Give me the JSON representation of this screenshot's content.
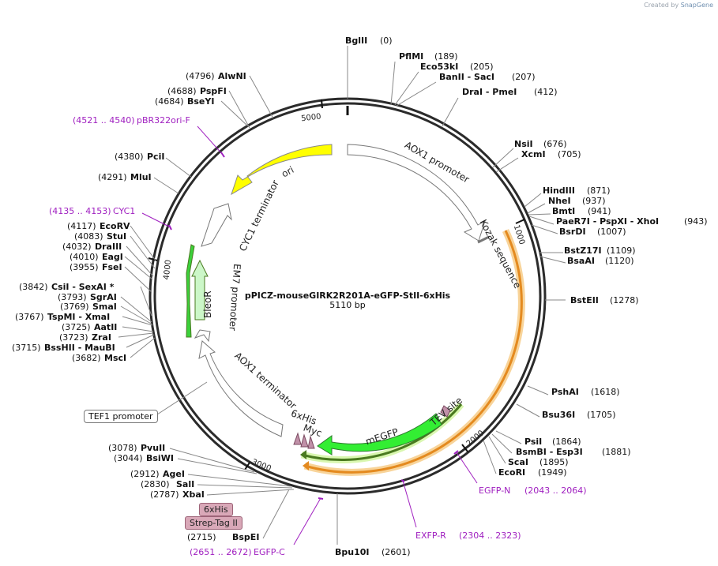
{
  "credit": {
    "prefix": "Created by",
    "brand": "SnapGene"
  },
  "plasmid": {
    "name": "pPICZ-mouseGIRK2R201A-eGFP-StII-6xHis",
    "length_label": "5110 bp"
  },
  "ticks": {
    "t1000": "1000",
    "t2000": "2000",
    "t3000": "3000",
    "t4000": "4000",
    "t5000": "5000"
  },
  "enzymes": [
    {
      "id": "bglii",
      "pos": "(0)",
      "name": "BglII"
    },
    {
      "id": "pflmi",
      "pos": "(189)",
      "name": "PflMI"
    },
    {
      "id": "eco53ki",
      "pos": "(205)",
      "name": "Eco53kI"
    },
    {
      "id": "banii",
      "pos": "(207)",
      "name": "BanII  - SacI"
    },
    {
      "id": "drai",
      "pos": "(412)",
      "name": "DraI  - PmeI"
    },
    {
      "id": "nsii",
      "pos": "(676)",
      "name": "NsiI"
    },
    {
      "id": "xcmi",
      "pos": "(705)",
      "name": "XcmI"
    },
    {
      "id": "hindiii",
      "pos": "(871)",
      "name": "HindIII"
    },
    {
      "id": "nhei",
      "pos": "(937)",
      "name": "NheI"
    },
    {
      "id": "bmti",
      "pos": "(941)",
      "name": "BmtI"
    },
    {
      "id": "paer7i",
      "pos": "(943)",
      "name": "PaeR7I  - PspXI  - XhoI"
    },
    {
      "id": "bsrdi",
      "pos": "(1007)",
      "name": "BsrDI"
    },
    {
      "id": "bstz17i",
      "pos": "(1109)",
      "name": "BstZ17I"
    },
    {
      "id": "bsaai",
      "pos": "(1120)",
      "name": "BsaAI"
    },
    {
      "id": "bsteii",
      "pos": "(1278)",
      "name": "BstEII"
    },
    {
      "id": "pshai",
      "pos": "(1618)",
      "name": "PshAI"
    },
    {
      "id": "bsu36i",
      "pos": "(1705)",
      "name": "Bsu36I"
    },
    {
      "id": "psii",
      "pos": "(1864)",
      "name": "PsiI"
    },
    {
      "id": "bsmbi",
      "pos": "(1881)",
      "name": "BsmBI  - Esp3I"
    },
    {
      "id": "scai",
      "pos": "(1895)",
      "name": "ScaI"
    },
    {
      "id": "ecori",
      "pos": "(1949)",
      "name": "EcoRI"
    },
    {
      "id": "bpu10i",
      "pos": "(2601)",
      "name": "Bpu10I"
    },
    {
      "id": "bspei",
      "pos": "(2715)",
      "name": "BspEI"
    },
    {
      "id": "xbai",
      "pos": "(2787)",
      "name": "XbaI"
    },
    {
      "id": "sali",
      "pos": "(2830)",
      "name": "SalI"
    },
    {
      "id": "agei",
      "pos": "(2912)",
      "name": "AgeI"
    },
    {
      "id": "bsiwi",
      "pos": "(3044)",
      "name": "BsiWI"
    },
    {
      "id": "pvuii",
      "pos": "(3078)",
      "name": "PvuII"
    },
    {
      "id": "msci",
      "pos": "(3682)",
      "name": "MscI"
    },
    {
      "id": "bsshii",
      "pos": "(3715)",
      "name": "BssHII  - MauBI"
    },
    {
      "id": "zrai",
      "pos": "(3723)",
      "name": "ZraI"
    },
    {
      "id": "aatii",
      "pos": "(3725)",
      "name": "AatII"
    },
    {
      "id": "tspmi",
      "pos": "(3767)",
      "name": "TspMI  - XmaI"
    },
    {
      "id": "smai",
      "pos": "(3769)",
      "name": "SmaI"
    },
    {
      "id": "sgrai",
      "pos": "(3793)",
      "name": "SgrAI"
    },
    {
      "id": "csii",
      "pos": "(3842)",
      "name": "CsiI  - SexAI *"
    },
    {
      "id": "fsei",
      "pos": "(3955)",
      "name": "FseI"
    },
    {
      "id": "eagi",
      "pos": "(4010)",
      "name": "EagI"
    },
    {
      "id": "draiii",
      "pos": "(4032)",
      "name": "DraIII"
    },
    {
      "id": "stui",
      "pos": "(4083)",
      "name": "StuI"
    },
    {
      "id": "ecorv",
      "pos": "(4117)",
      "name": "EcoRV"
    },
    {
      "id": "mlui",
      "pos": "(4291)",
      "name": "MluI"
    },
    {
      "id": "pcii",
      "pos": "(4380)",
      "name": "PciI"
    },
    {
      "id": "bseyi",
      "pos": "(4684)",
      "name": "BseYI"
    },
    {
      "id": "pspfi",
      "pos": "(4688)",
      "name": "PspFI"
    },
    {
      "id": "alwni",
      "pos": "(4796)",
      "name": "AlwNI"
    }
  ],
  "primers": [
    {
      "id": "pbr322",
      "range": "(4521 .. 4540)",
      "name": "pBR322ori-F"
    },
    {
      "id": "cyc1",
      "range": "(4135 .. 4153)",
      "name": "CYC1"
    },
    {
      "id": "egfpn",
      "range": "EGFP-N",
      "name": "(2043 .. 2064)"
    },
    {
      "id": "exfpr",
      "range": "EXFP-R",
      "name": "(2304 .. 2323)"
    },
    {
      "id": "egfpc",
      "range": "(2651 .. 2672)",
      "name": "EGFP-C"
    }
  ],
  "features": {
    "ori": "ori",
    "aox1_promoter": "AOX1 promoter",
    "kozak": "Kozak sequence",
    "cyc1_term": "CYC1 terminator",
    "bleor": "BleoR",
    "em7": "EM7 promoter",
    "aox1_term": "AOX1 terminator",
    "tef1": "TEF1 promoter",
    "sixhis_feat": "6xHis",
    "myc": "Myc",
    "megfp": "mEGFP",
    "tev": "TEV site",
    "sixhis_box": "6xHis",
    "strep": "Strep-Tag II"
  },
  "colors": {
    "backbone": "#2b2b2b",
    "primer": "#a020c0",
    "ori": "#ffff00",
    "green": "#33ee33",
    "orf_orange": "#f3a640",
    "pink": "#c090a8"
  }
}
